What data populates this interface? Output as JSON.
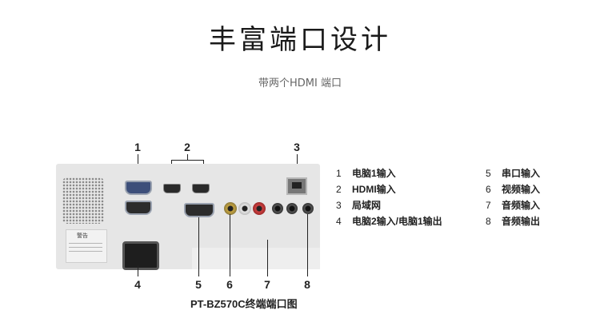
{
  "header": {
    "title": "丰富端口设计",
    "subtitle": "带两个HDMI 端口"
  },
  "diagram": {
    "caption": "PT-BZ570C终端端口图",
    "callouts": [
      "1",
      "2",
      "3",
      "4",
      "5",
      "6",
      "7",
      "8"
    ],
    "warning_label": "警告"
  },
  "legend": {
    "left": [
      {
        "num": "1",
        "label": "电脑1输入"
      },
      {
        "num": "2",
        "label": "HDMI输入"
      },
      {
        "num": "3",
        "label": "局域网"
      },
      {
        "num": "4",
        "label": "电脑2输入/电脑1输出"
      }
    ],
    "right": [
      {
        "num": "5",
        "label": "串口输入"
      },
      {
        "num": "6",
        "label": "视频输入"
      },
      {
        "num": "7",
        "label": "音频输入"
      },
      {
        "num": "8",
        "label": "音频输出"
      }
    ]
  }
}
